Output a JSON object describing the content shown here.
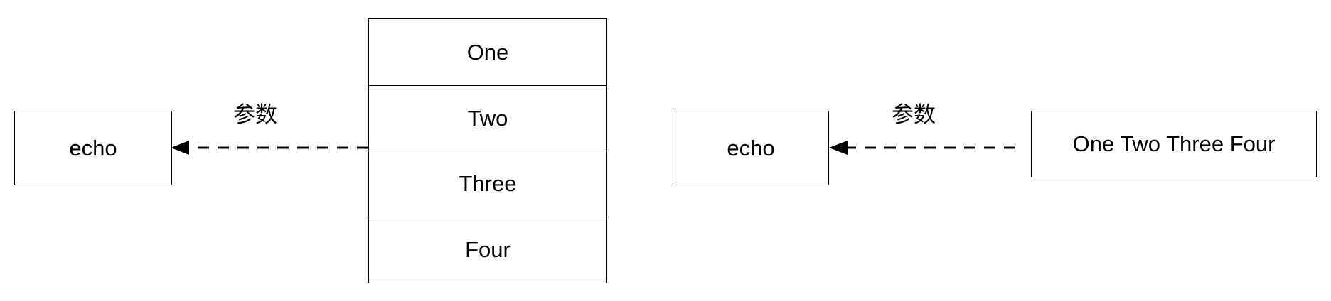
{
  "diagrams": [
    {
      "target": "echo",
      "edge_label": "参数",
      "source_items": [
        "One",
        "Two",
        "Three",
        "Four"
      ]
    },
    {
      "target": "echo",
      "edge_label": "参数",
      "source": "One Two Three Four"
    }
  ]
}
